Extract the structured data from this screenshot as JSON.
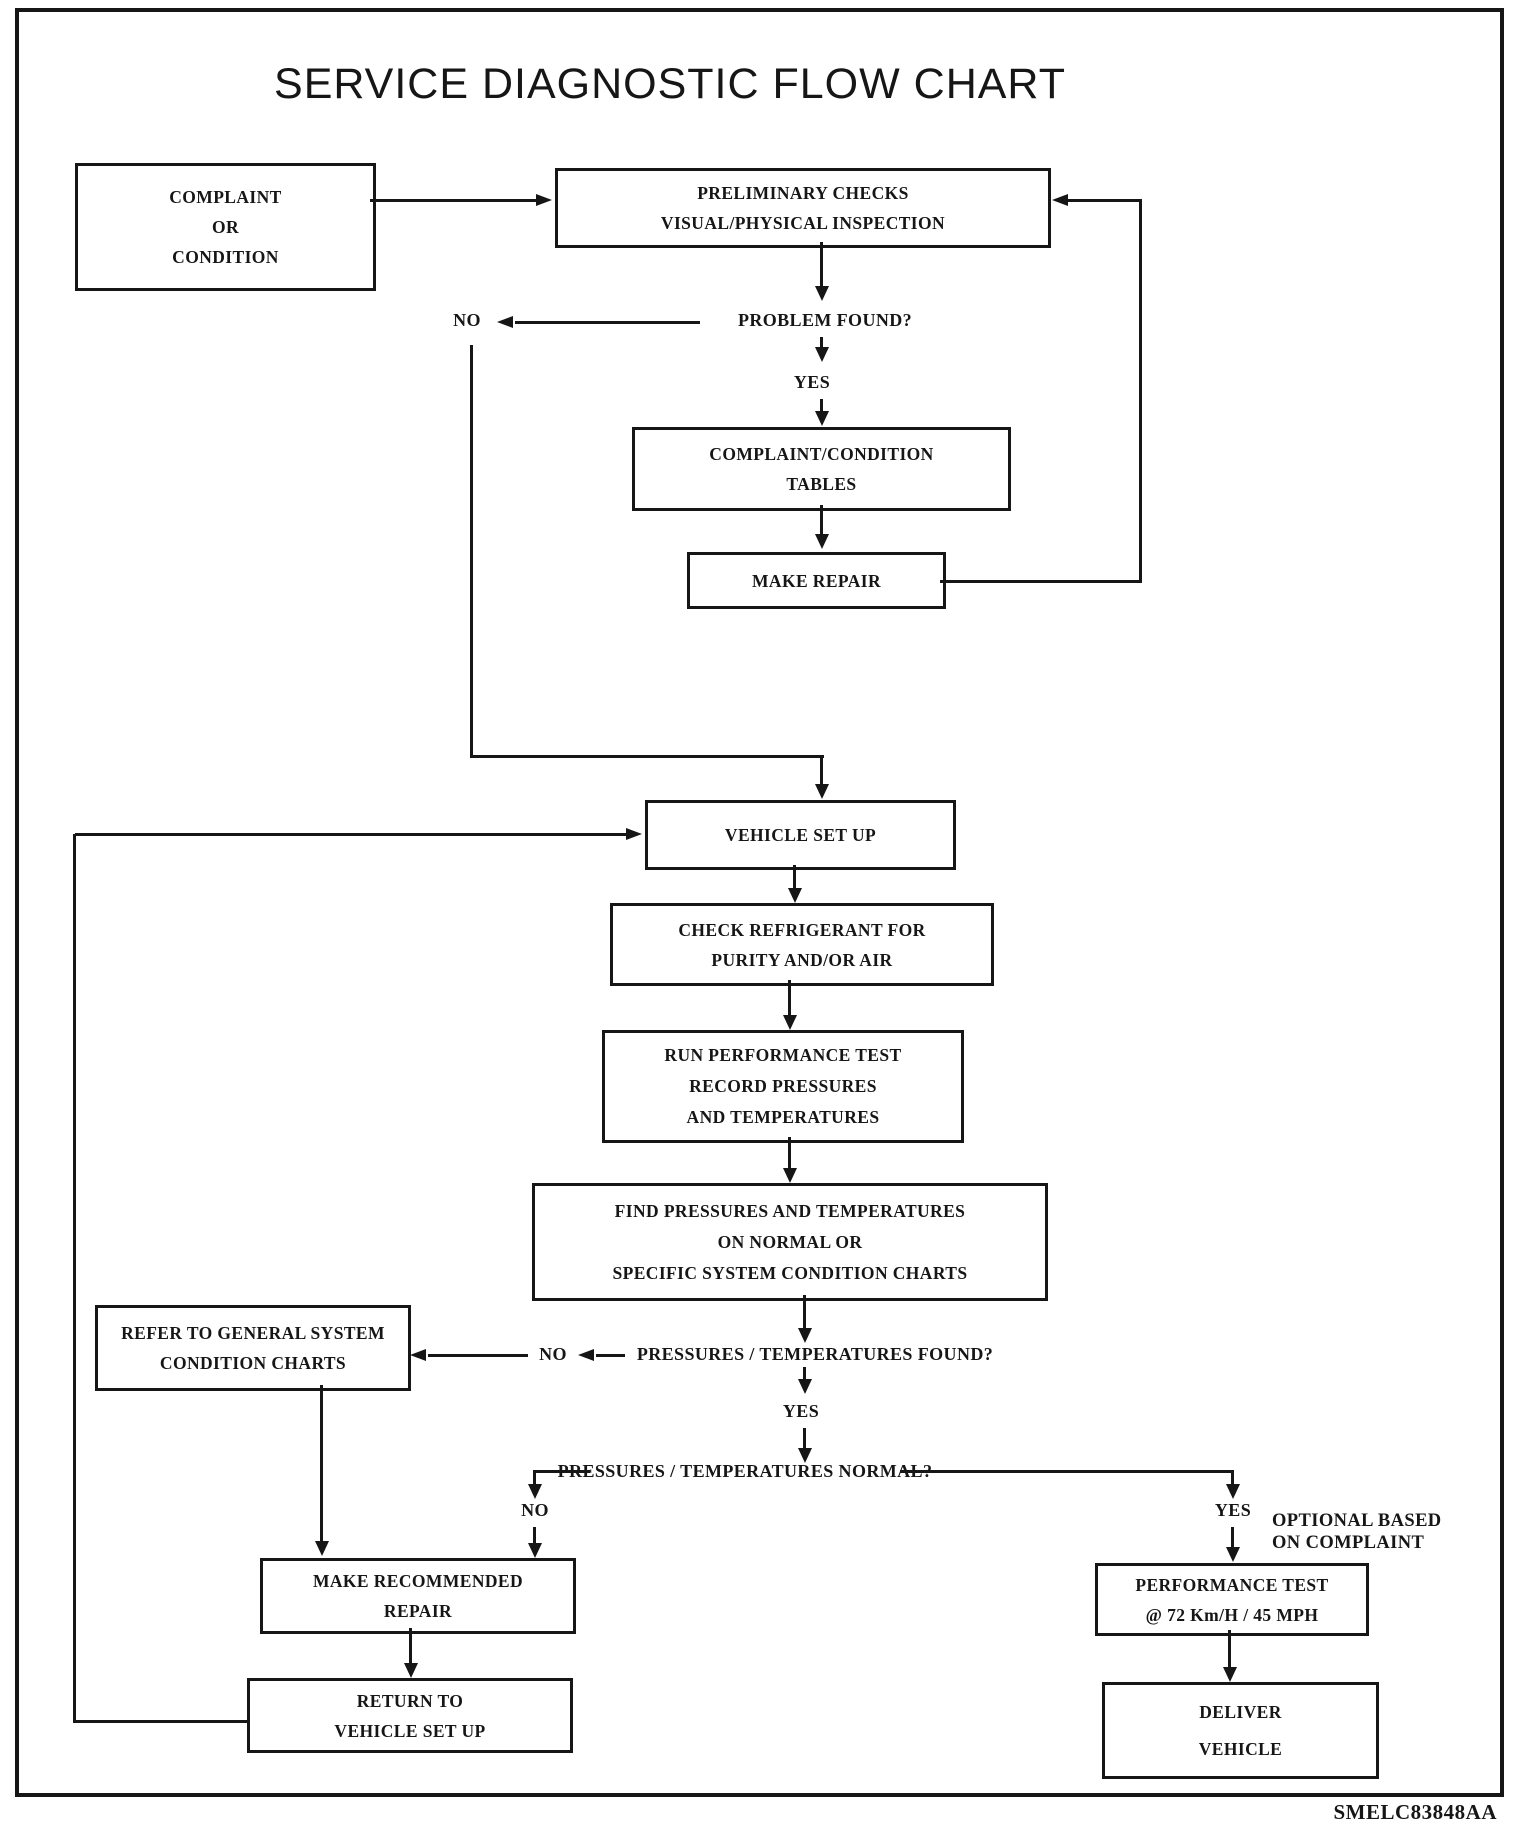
{
  "title": "SERVICE DIAGNOSTIC FLOW CHART",
  "code": "SMELC83848AA",
  "boxes": {
    "complaint": [
      "COMPLAINT",
      "OR",
      "CONDITION"
    ],
    "preliminary": [
      "PRELIMINARY CHECKS",
      "VISUAL/PHYSICAL INSPECTION"
    ],
    "tables": [
      "COMPLAINT/CONDITION",
      "TABLES"
    ],
    "make_repair": [
      "MAKE REPAIR"
    ],
    "vehicle_setup": [
      "VEHICLE SET UP"
    ],
    "check_refrigerant": [
      "CHECK REFRIGERANT FOR",
      "PURITY AND/OR AIR"
    ],
    "run_test": [
      "RUN PERFORMANCE TEST",
      "RECORD PRESSURES",
      "AND TEMPERATURES"
    ],
    "find_pressures": [
      "FIND PRESSURES AND TEMPERATURES",
      "ON NORMAL OR",
      "SPECIFIC SYSTEM CONDITION CHARTS"
    ],
    "refer": [
      "REFER TO GENERAL SYSTEM",
      "CONDITION CHARTS"
    ],
    "make_recommended": [
      "MAKE RECOMMENDED",
      "REPAIR"
    ],
    "return_setup": [
      "RETURN TO",
      "VEHICLE SET UP"
    ],
    "performance_test": [
      "PERFORMANCE TEST",
      "@ 72 Km/H / 45 MPH"
    ],
    "deliver": [
      "DELIVER",
      "VEHICLE"
    ]
  },
  "labels": {
    "problem_found": "PROBLEM FOUND?",
    "no1": "NO",
    "yes1": "YES",
    "pressures_found": "PRESSURES / TEMPERATURES FOUND?",
    "no2": "NO",
    "yes2": "YES",
    "pressures_normal": "PRESSURES / TEMPERATURES NORMAL?",
    "no3": "NO",
    "yes3": "YES",
    "optional": [
      "OPTIONAL BASED",
      "ON COMPLAINT"
    ]
  },
  "colors": {
    "ink": "#161616",
    "paper": "#ffffff"
  }
}
